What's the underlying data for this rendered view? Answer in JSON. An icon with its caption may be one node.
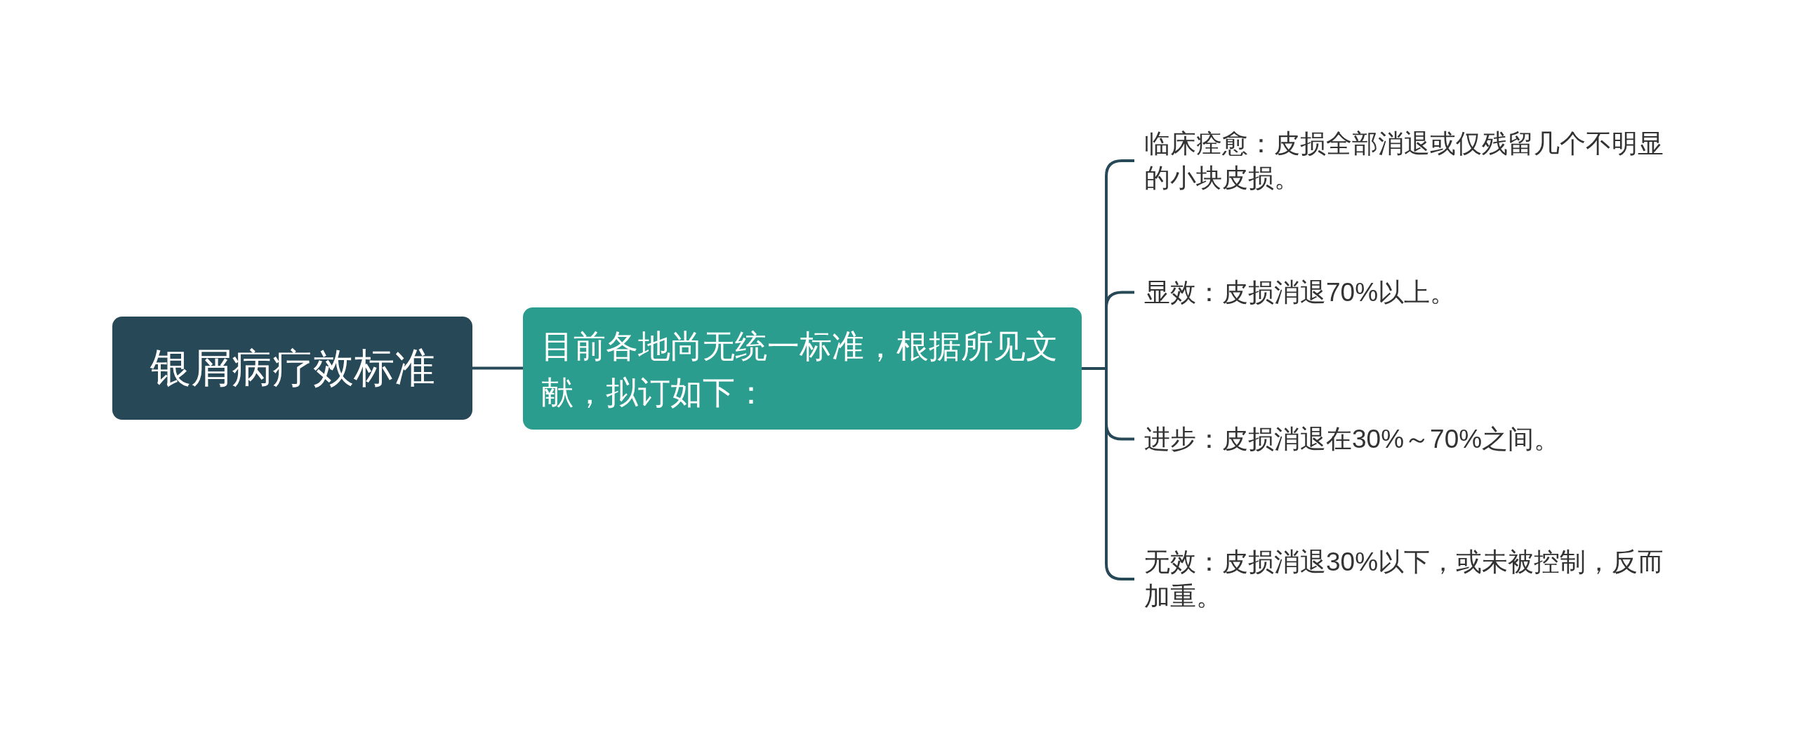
{
  "diagram": {
    "nodes": [
      {
        "text": [
          "银屑病疗效标准"
        ]
      },
      {
        "text": [
          "目前各地尚无统一标准，根据所见文献，拟订如下："
        ]
      },
      {
        "text": [
          "临床痊愈：皮损全部消退或仅残留几个不明显的小块皮损。"
        ]
      },
      {
        "text": [
          "显效：皮损消退70%以上。"
        ]
      },
      {
        "text": [
          "进步：皮损消退在30%～70%之间。"
        ]
      },
      {
        "text": [
          "无效：皮损消退30%以下，或未被控制，反而加重。"
        ]
      }
    ],
    "edges": [
      {
        "from": 0,
        "to": 1,
        "arrow": "none"
      },
      {
        "from": 1,
        "to": 2,
        "arrow": "none"
      },
      {
        "from": 1,
        "to": 3,
        "arrow": "none"
      },
      {
        "from": 1,
        "to": 4,
        "arrow": "none"
      },
      {
        "from": 1,
        "to": 5,
        "arrow": "none"
      }
    ]
  }
}
